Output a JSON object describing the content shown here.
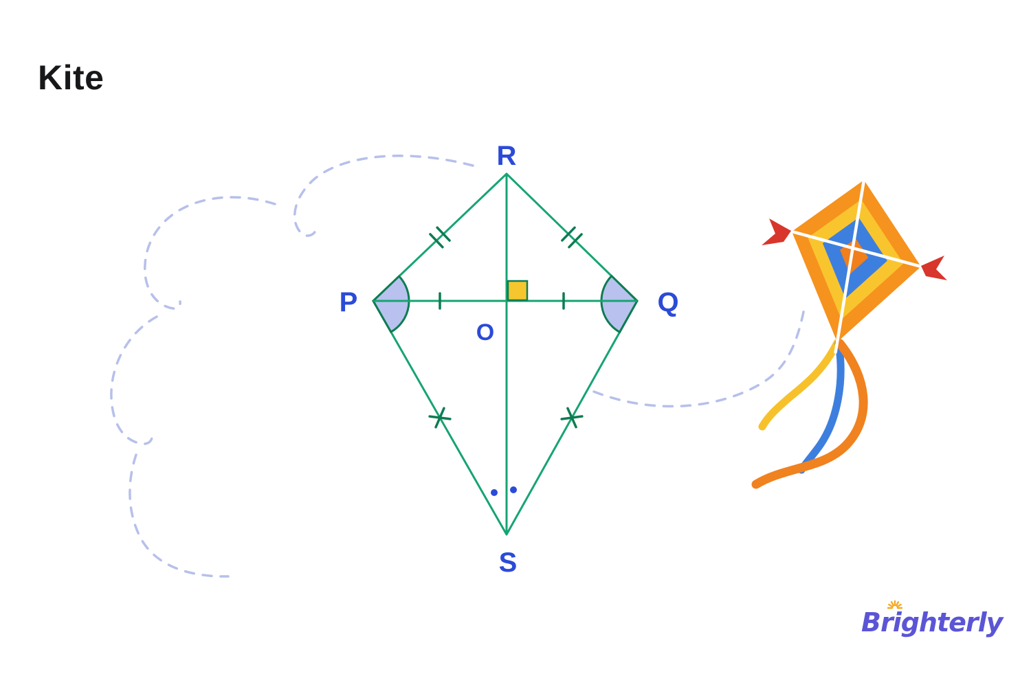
{
  "page": {
    "title": "Kite"
  },
  "diagram": {
    "vertex_labels": {
      "r": "R",
      "p": "P",
      "q": "Q",
      "s": "S",
      "o": "O"
    },
    "colors": {
      "side_green": "#16A472",
      "mark_green": "#0D7C52",
      "label_blue": "#2B4BD7",
      "angle_fill": "#B9C2EE",
      "right_angle_yellow": "#F6C62F",
      "dashed_lavender": "#B6C0EA"
    }
  },
  "kite_illustration": {
    "colors": {
      "outer_orange": "#F6921E",
      "band_yellow": "#F9C52E",
      "inner_blue": "#3D7FDE",
      "center_orange": "#F07F1C",
      "ribbon_red": "#D8352C",
      "string_white": "#FFFFFF",
      "tail_yellow": "#F6C12B",
      "tail_blue": "#3D7FDE",
      "tail_orange": "#F0821F"
    }
  },
  "logo": {
    "text": "Brighterly",
    "color": "#5B55D6",
    "icon": "sun-icon"
  }
}
